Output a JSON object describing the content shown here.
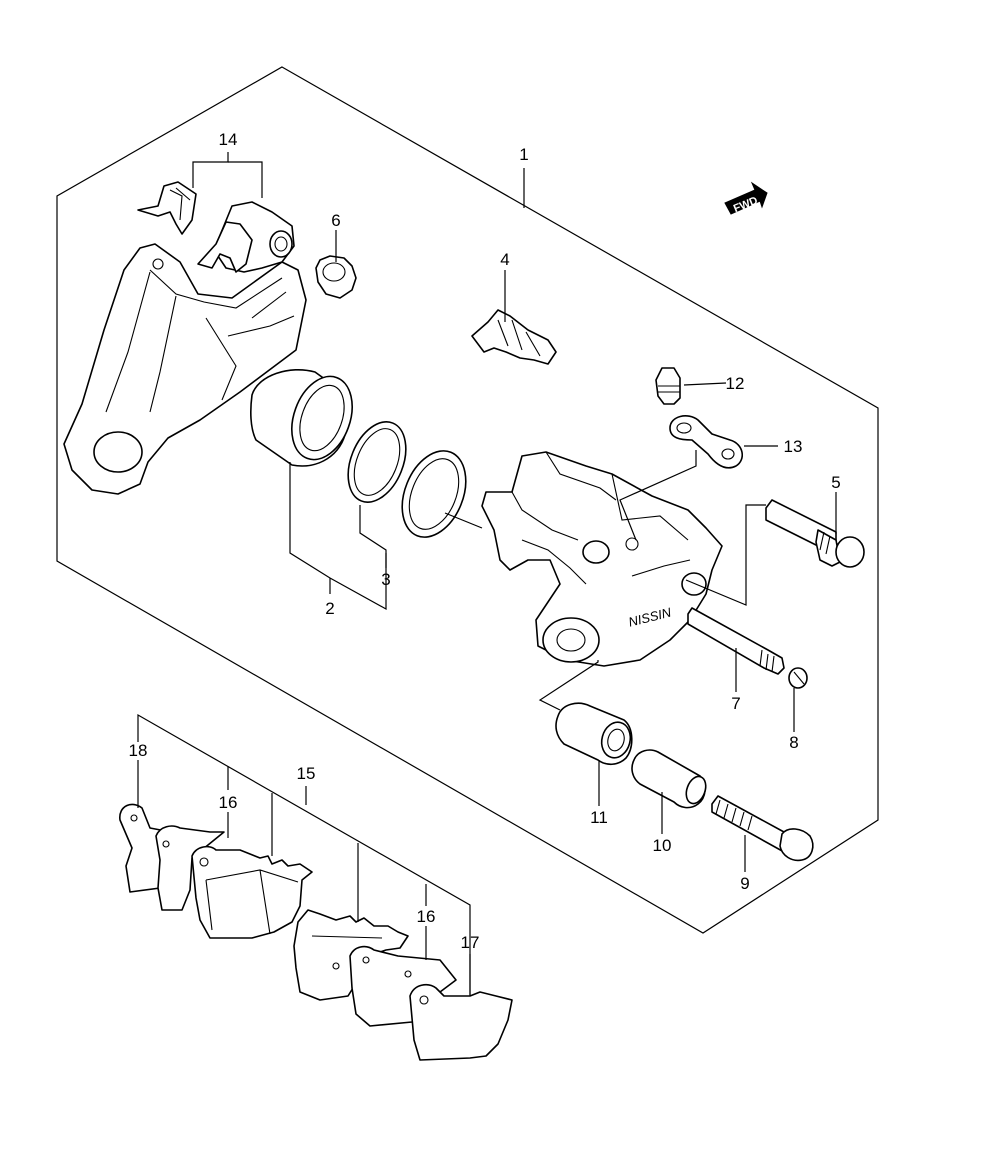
{
  "diagram": {
    "fwd_label": "FWD",
    "caliper_marking": "NISSIN",
    "callouts": [
      {
        "id": "c1",
        "label": "1"
      },
      {
        "id": "c2",
        "label": "2"
      },
      {
        "id": "c3",
        "label": "3"
      },
      {
        "id": "c4",
        "label": "4"
      },
      {
        "id": "c5",
        "label": "5"
      },
      {
        "id": "c6",
        "label": "6"
      },
      {
        "id": "c7",
        "label": "7"
      },
      {
        "id": "c8",
        "label": "8"
      },
      {
        "id": "c9",
        "label": "9"
      },
      {
        "id": "c10",
        "label": "10"
      },
      {
        "id": "c11",
        "label": "11"
      },
      {
        "id": "c12",
        "label": "12"
      },
      {
        "id": "c13",
        "label": "13"
      },
      {
        "id": "c14",
        "label": "14"
      },
      {
        "id": "c15",
        "label": "15"
      },
      {
        "id": "c16a",
        "label": "16"
      },
      {
        "id": "c16b",
        "label": "16"
      },
      {
        "id": "c17",
        "label": "17"
      },
      {
        "id": "c18",
        "label": "18"
      }
    ]
  }
}
